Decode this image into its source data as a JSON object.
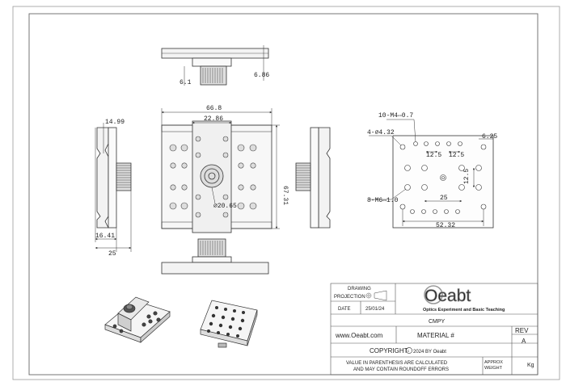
{
  "views": {
    "top": {
      "dim_left": "6.1",
      "dim_right": "6.86"
    },
    "front": {
      "width": "66.8",
      "carriage_width": "22.86",
      "height": "67.31",
      "knob_diameter": "⌀20.65"
    },
    "left": {
      "top_offset": "14.99",
      "bottom_offset": "16.41",
      "depth": "25"
    },
    "right": {
      "callout_m4": "10-M4⇔0.7",
      "callout_holes": "4-⌀4.32",
      "callout_m6": "8-M6⇔1.0",
      "edge_offset": "6.25",
      "pitch_a": "12.5",
      "pitch_b": "12.5",
      "pitch_v": "12.5",
      "center_spacing": "25",
      "hole_span": "52.32"
    }
  },
  "title_block": {
    "drawing_label": "DRAWING",
    "projection_label": "PROJECTION",
    "date_label": "DATE",
    "date_value": "25/01/24",
    "logo_text": "Oeabt",
    "company_tagline": "Optics Experiment and Basic Teaching",
    "part_name": "CMPY",
    "website": "www.Oeabt.com",
    "material_label": "MATERIAL #",
    "rev_label": "REV",
    "rev_value": "A",
    "copyright_label": "COPYRIGHT",
    "copyright_year": "2024 BY Oeabt",
    "note_line1": "VALUE IN PARENTHESIS ARE CALCULATED",
    "note_line2": "AND MAY CONTAIN ROUNDOFF ERRORS",
    "approx_label": "APPROX",
    "weight_label": "WEIGHT",
    "weight_unit": "Kg"
  }
}
